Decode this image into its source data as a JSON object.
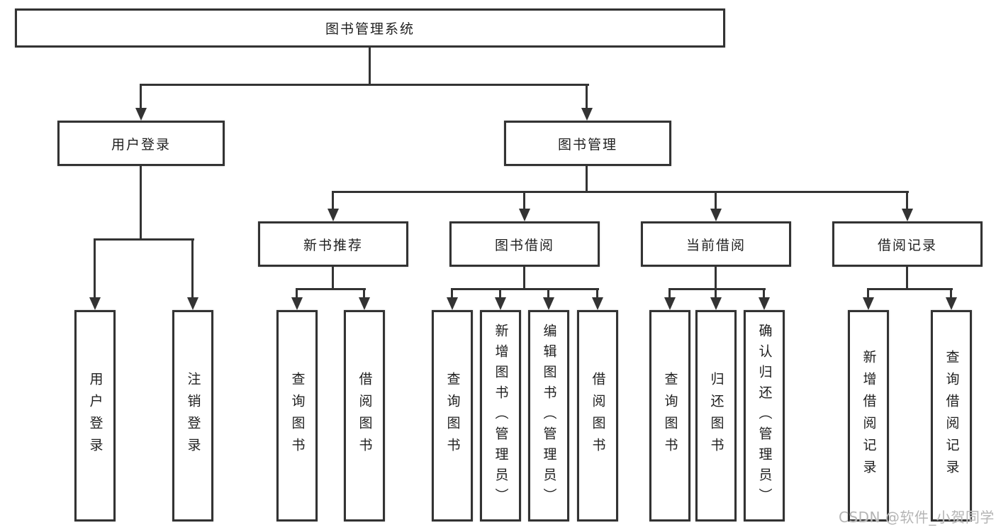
{
  "diagram": {
    "root": {
      "label": "图书管理系统"
    },
    "branches": [
      {
        "label": "用户登录",
        "children": [
          {
            "label": "用户登录"
          },
          {
            "label": "注销登录"
          }
        ]
      },
      {
        "label": "图书管理",
        "children": [
          {
            "label": "新书推荐",
            "children": [
              {
                "label": "查询图书"
              },
              {
                "label": "借阅图书"
              }
            ]
          },
          {
            "label": "图书借阅",
            "children": [
              {
                "label": "查询图书"
              },
              {
                "label": "新增图书（管理员）"
              },
              {
                "label": "编辑图书（管理员）"
              },
              {
                "label": "借阅图书"
              }
            ]
          },
          {
            "label": "当前借阅",
            "children": [
              {
                "label": "查询图书"
              },
              {
                "label": "归还图书"
              },
              {
                "label": "确认归还（管理员）"
              }
            ]
          },
          {
            "label": "借阅记录",
            "children": [
              {
                "label": "新增借阅记录"
              },
              {
                "label": "查询借阅记录"
              }
            ]
          }
        ]
      }
    ],
    "watermark": "CSDN @软件_小贺同学",
    "colors": {
      "line": "#333333",
      "text": "#1f1f1f",
      "watermark": "#b5b5b5",
      "background": "#ffffff"
    }
  }
}
